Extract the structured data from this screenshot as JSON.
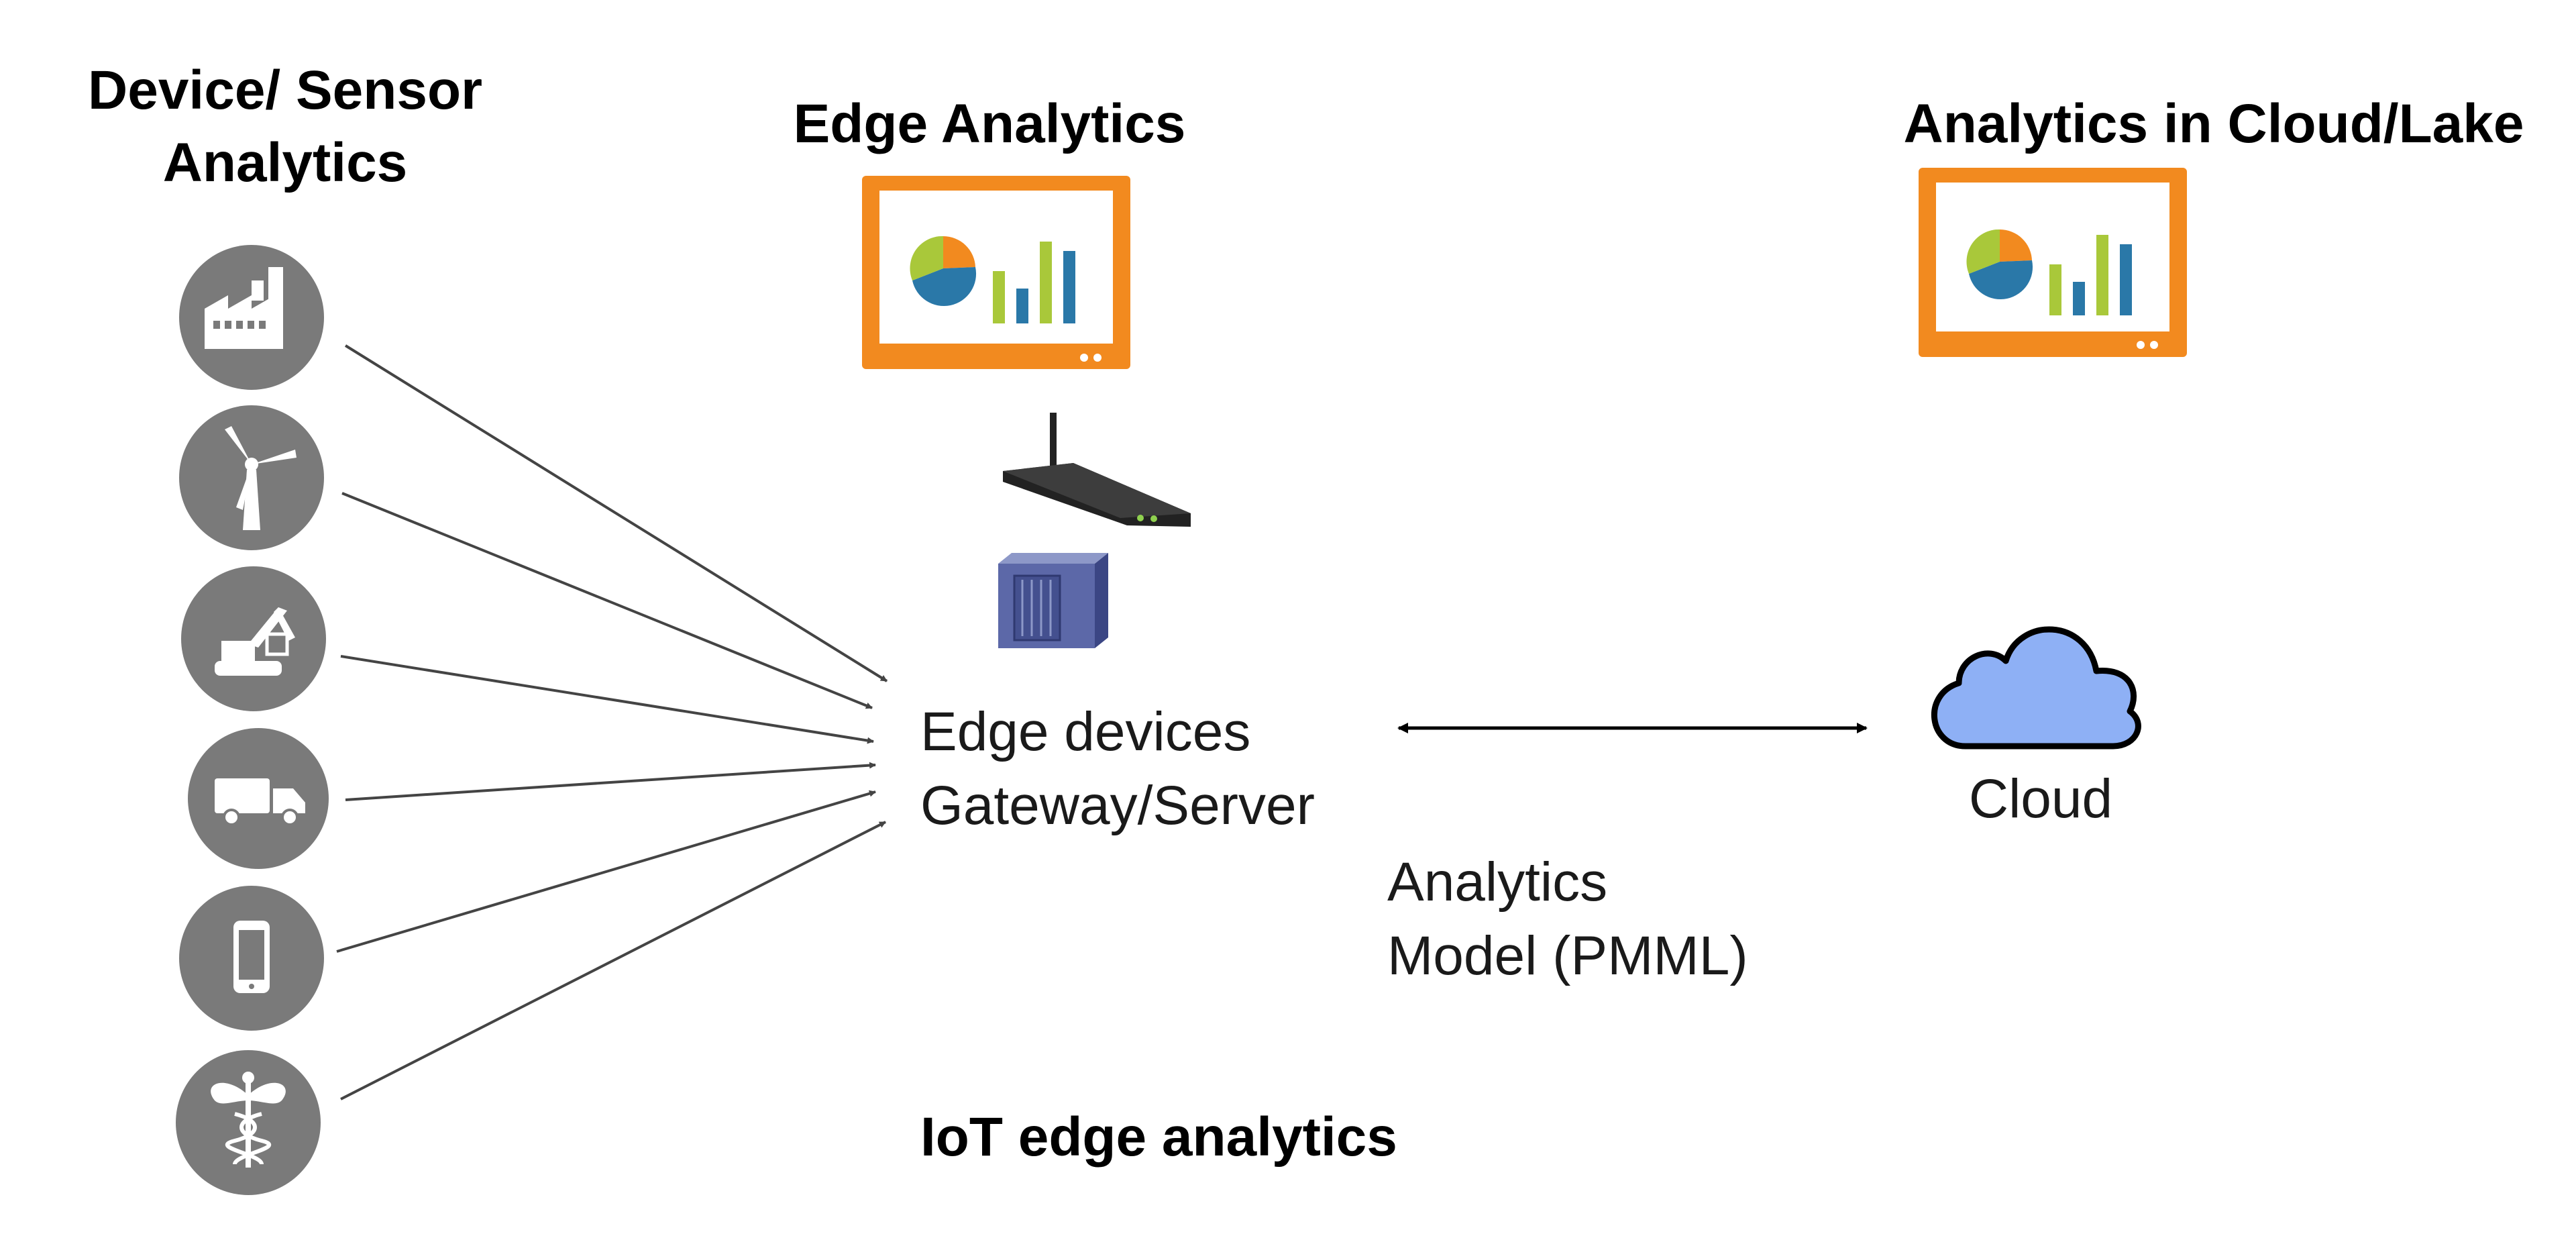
{
  "headings": {
    "device_line1": "Device/ Sensor",
    "device_line2": "Analytics",
    "edge": "Edge Analytics",
    "cloud": "Analytics in Cloud/Lake"
  },
  "edge_labels": {
    "line1": "Edge devices",
    "line2": "Gateway/Server"
  },
  "cloud_label": "Cloud",
  "link_label": {
    "line1": "Analytics",
    "line2": "Model (PMML)"
  },
  "caption": "IoT edge analytics",
  "devices": [
    {
      "icon": "factory-icon"
    },
    {
      "icon": "wind-turbine-icon"
    },
    {
      "icon": "excavator-icon"
    },
    {
      "icon": "truck-icon"
    },
    {
      "icon": "smartphone-icon"
    },
    {
      "icon": "caduceus-icon"
    }
  ],
  "colors": {
    "device_circle": "#7a7a7a",
    "dashboard_frame": "#f28a1f",
    "pie_orange": "#f28a1f",
    "pie_blue": "#2a78a8",
    "pie_green": "#a9c83a",
    "cloud_fill": "#8eb0f5"
  }
}
